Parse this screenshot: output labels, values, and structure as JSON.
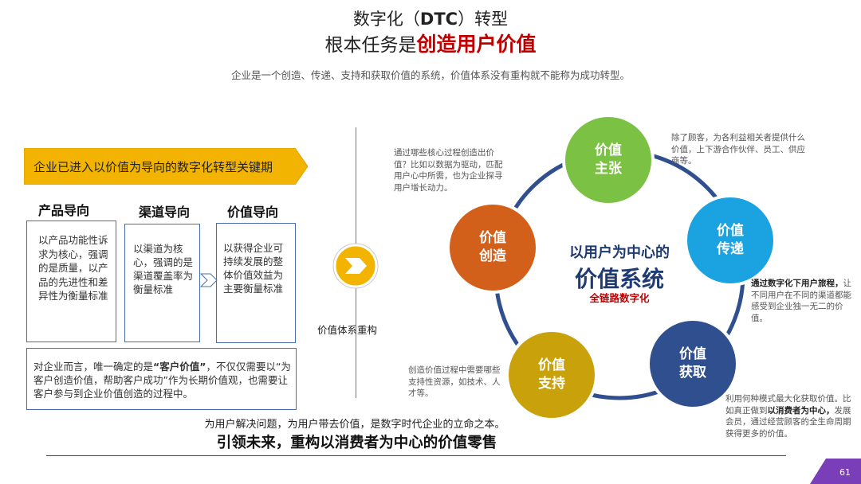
{
  "title": {
    "line1_prefix": "数字化（",
    "line1_bold": "DTC",
    "line1_suffix": "）转型",
    "line2_prefix": "根本任务是",
    "line2_highlight": "创造用户价值"
  },
  "subtitle": "企业是一个创造、传递、支持和获取价值的系统，价值体系没有重构就不能称为成功转型。",
  "left": {
    "banner": "企业已进入以价值为导向的数字化转型关键期",
    "columns": [
      {
        "head": "产品导向",
        "body": "以产品功能性诉求为核心，强调的是质量，以产品的先进性和差异性为衡量标准"
      },
      {
        "head": "渠道导向",
        "body": "以渠道为核心，强调的是渠道覆盖率为衡量标准"
      },
      {
        "head": "价值导向",
        "body": "以获得企业可持续发展的整体价值效益为主要衡量标准"
      }
    ],
    "note_prefix": "对企业而言，唯一确定的是",
    "note_bold": "“客户价值”",
    "note_suffix": "，不仅仅需要以“为客户创造价值，帮助客户成功”作为长期价值观，也需要让客户参与到企业价值创造的过程中。"
  },
  "middle": {
    "rebuild_label": "价值体系重构"
  },
  "bottom": {
    "small": "为用户解决问题，为用户带去价值，是数字时代企业的立命之本。",
    "big": "引领未来，重构以消费者为中心的价值零售"
  },
  "cycle": {
    "center_line1": "以用户为中心的",
    "center_line2": "价值系统",
    "center_line3": "全链路数字化",
    "nodes": [
      {
        "l1": "价值",
        "l2": "主张",
        "color": "#7bc143"
      },
      {
        "l1": "价值",
        "l2": "传递",
        "color": "#1aa3e0"
      },
      {
        "l1": "价值",
        "l2": "获取",
        "color": "#2f4f8f"
      },
      {
        "l1": "价值",
        "l2": "支持",
        "color": "#c9a10a"
      },
      {
        "l1": "价值",
        "l2": "创造",
        "color": "#d2601a"
      }
    ],
    "ring_color": "#2f4f8f",
    "annotations": {
      "create": {
        "text": "通过哪些核心过程创造出价值？比如以数据为驱动，匹配用户心中所需，也为企业探寻用户增长动力。"
      },
      "propose": {
        "text": "除了顾客，为各利益相关者提供什么价值，上下游合作伙伴、员工、供应商等。"
      },
      "deliver": {
        "bold": "通过数字化下用户旅程，",
        "text": "让不同用户在不同的渠道都能感受到企业独一无二的价值。"
      },
      "support": {
        "text": "创造价值过程中需要哪些支持性资源，如技术、人才等。"
      },
      "capture": {
        "prefix": "利用何种模式最大化获取价值。比如真正做到",
        "bold": "以消费者为中心，",
        "text": "发展会员，通过经营顾客的全生命周期获得更多的价值。"
      }
    }
  },
  "page_number": "61"
}
